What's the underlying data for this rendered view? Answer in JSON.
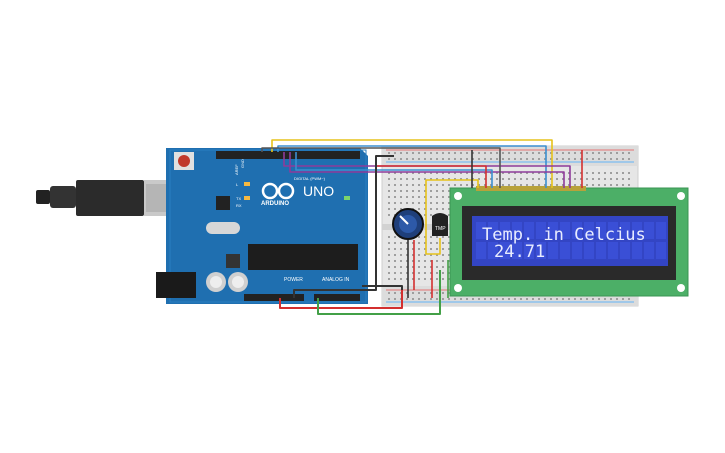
{
  "board": {
    "brand_label": "UNO",
    "sub_label": "ARDUINO",
    "power_header_label": "POWER",
    "analog_header_label": "ANALOG IN",
    "aref_label": "AREF",
    "gnd_label": "GND",
    "tx_label": "TX",
    "rx_label": "RX",
    "l_label": "L",
    "digital_label": "DIGITAL (PWM~)"
  },
  "sensor": {
    "label": "TMP"
  },
  "lcd": {
    "line1": "Temp. in Celcius",
    "line2": "24.71"
  },
  "colors": {
    "board_blue": "#1f6fb0",
    "breadboard": "#e6e6e6",
    "lcd_green": "#4caf67",
    "lcd_screen": "#3345c4",
    "wire_red": "#d32f2f",
    "wire_black": "#333333",
    "wire_yellow": "#e6c21a",
    "wire_green": "#43a047",
    "wire_purple": "#8e3b9a",
    "wire_blue": "#3b8fd0"
  },
  "icons": [
    "usb-cable-icon",
    "potentiometer-icon",
    "temperature-sensor-icon",
    "power-jack-icon"
  ]
}
